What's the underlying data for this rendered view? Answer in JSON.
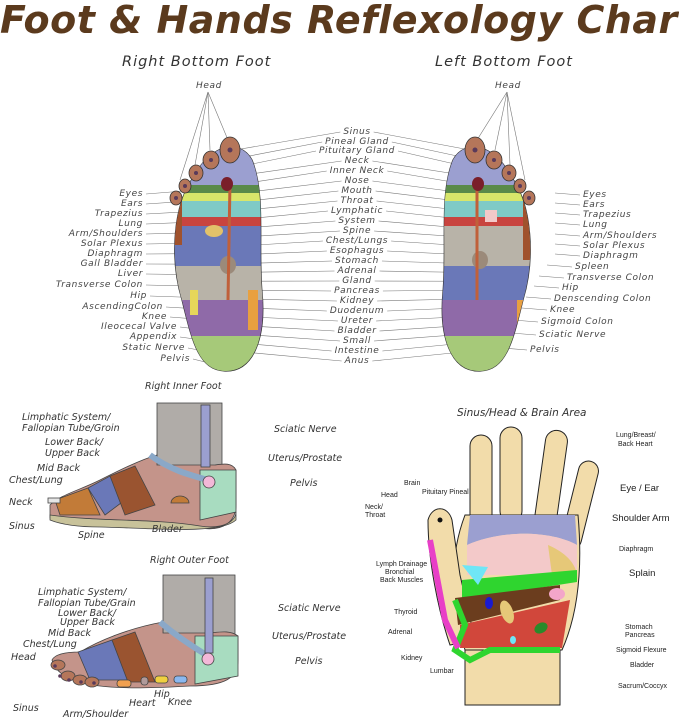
{
  "title": "Foot & Hands Reflexology Chart",
  "right_bottom_foot": {
    "title": "Right Bottom Foot",
    "head": "Head",
    "left_labels": [
      "Eyes",
      "Ears",
      "Trapezius",
      "Lung",
      "Arm/Shoulders",
      "Solar Plexus",
      "Diaphragm",
      "Gall Bladder",
      "Liver",
      "Transverse Colon",
      "Hip",
      "AscendingColon",
      "Knee",
      "Ileocecal Valve",
      "Appendix",
      "Static Nerve",
      "Pelvis"
    ]
  },
  "center_labels": [
    "Sinus",
    "Pineal Gland",
    "Pituitary Gland",
    "Neck",
    "Inner Neck",
    "Nose",
    "Mouth",
    "Throat",
    "Lymphatic",
    "System",
    "Spine",
    "Chest/Lungs",
    "Esophagus",
    "Stomach",
    "Adrenal",
    "Gland",
    "Pancreas",
    "Kidney",
    "Duodenum",
    "Ureter",
    "Bladder",
    "Small",
    "Intestine",
    "Anus"
  ],
  "left_bottom_foot": {
    "title": "Left Bottom Foot",
    "head": "Head",
    "right_labels": [
      "Eyes",
      "Ears",
      "Trapezius",
      "Lung",
      "Arm/Shoulders",
      "Solar Plexus",
      "Diaphragm",
      "Spleen",
      "Transverse Colon",
      "Hip",
      "Denscending Colon",
      "Knee",
      "Sigmoid Colon",
      "Sciatic Nerve",
      "Pelvis"
    ]
  },
  "right_inner_foot": {
    "title": "Right Inner Foot",
    "labels": [
      "Limphatic System/",
      "Fallopian Tube/Groin",
      "Lower Back/",
      "Upper Back",
      "Mid Back",
      "Chest/Lung",
      "Neck",
      "Sinus",
      "Spine",
      "Blader",
      "Sciatic Nerve",
      "Uterus/Prostate",
      "Pelvis"
    ]
  },
  "right_outer_foot": {
    "title": "Right Outer Foot",
    "labels": [
      "Limphatic System/",
      "Fallopian Tube/Grain",
      "Lower Back/",
      "Upper Back",
      "Mid Back",
      "Chest/Lung",
      "Head",
      "Sinus",
      "Arm/Shoulder",
      "Heart",
      "Hip",
      "Knee",
      "Sciatic Nerve",
      "Uterus/Prostate",
      "Pelvis"
    ]
  },
  "hand": {
    "title": "Sinus/Head & Brain Area",
    "labels": [
      "Brain",
      "Pituitary Pineal",
      "Head",
      "Neck/",
      "Throat",
      "Lymph Drainage",
      "Bronchial",
      "Back Muscles",
      "Thyroid",
      "Adrenal",
      "Kidney",
      "Lumbar",
      "Lung/Breast/",
      "Back Heart",
      "Eye / Ear",
      "Shoulder Arm",
      "Diaphragm",
      "Splain",
      "Stomach",
      "Pancreas",
      "Sigmoid Flexure",
      "Bladder",
      "Sacrum/Coccyx"
    ]
  },
  "colors": {
    "title": "#5b3a1d",
    "skin": "#f2dcaa",
    "toe": "#b5765a",
    "purple": "#9b9fd0",
    "green": "#2fd52f",
    "magenta": "#e83fc7",
    "red": "#d1473b",
    "brown": "#6b3d1e",
    "cyan": "#6fe6f6",
    "pink": "#f3c9c9",
    "heel": "#a8d3b8"
  }
}
